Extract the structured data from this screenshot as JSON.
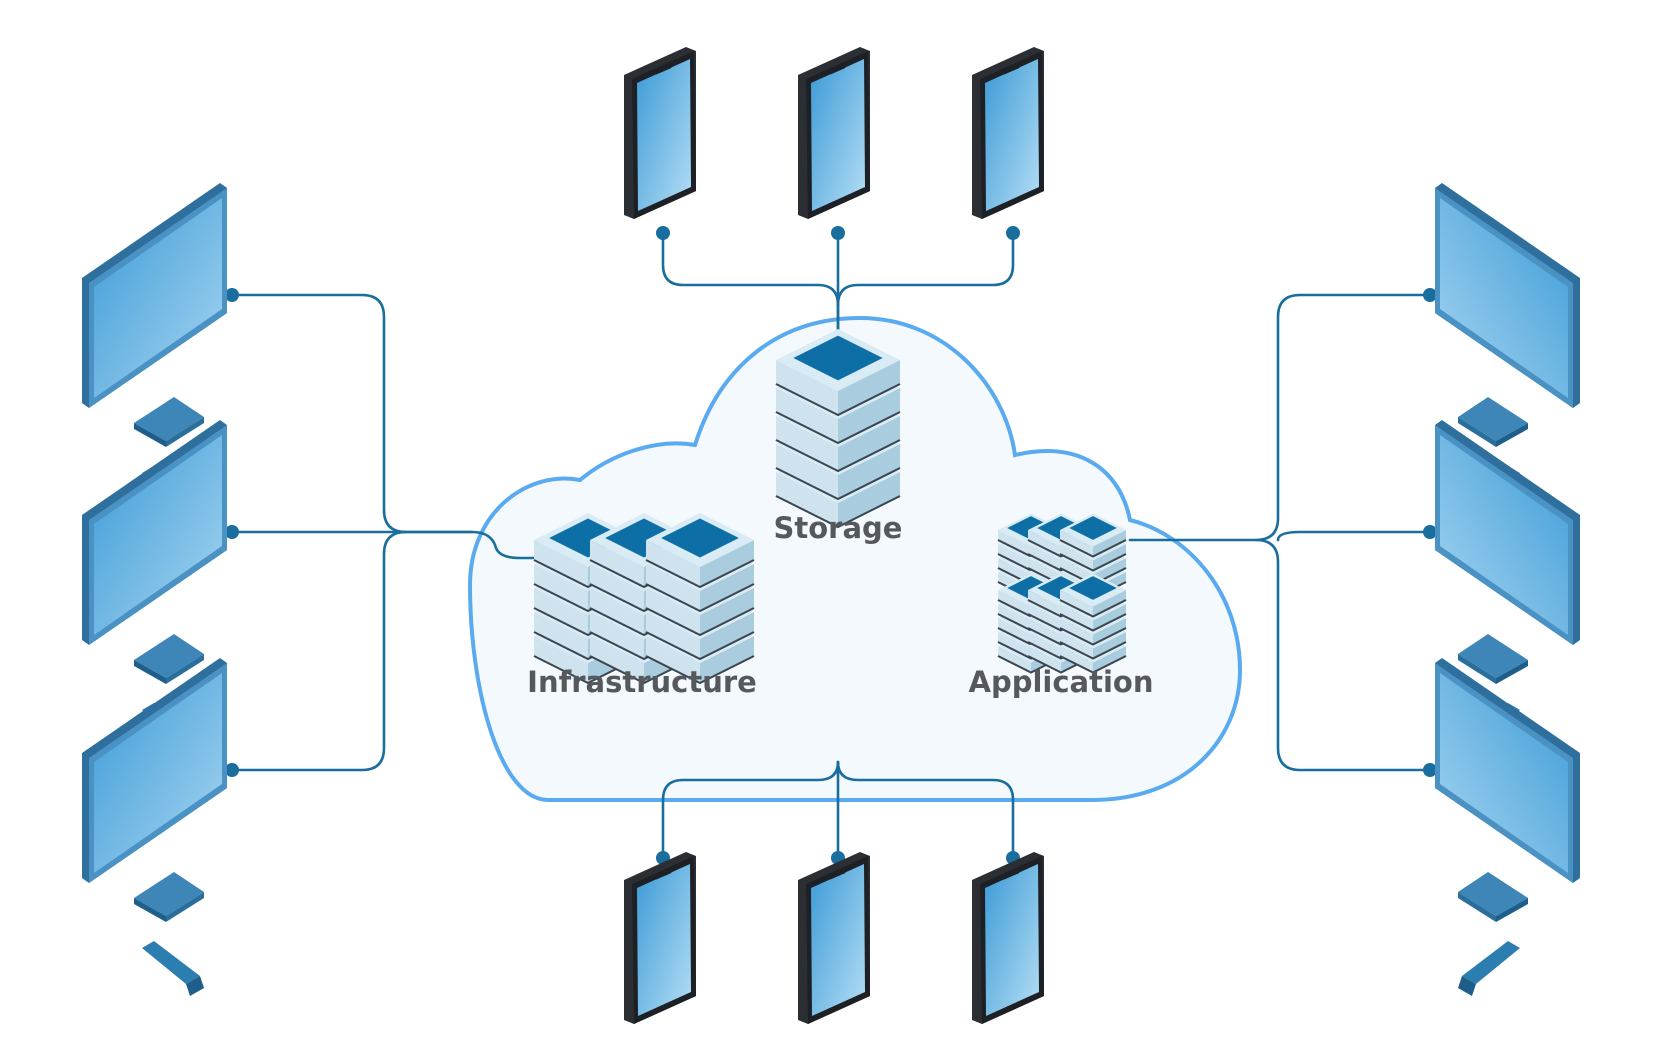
{
  "diagram": {
    "labels": {
      "storage": "Storage",
      "infrastructure": "Infrastructure",
      "application": "Application"
    },
    "clients": {
      "top_phones": 3,
      "bottom_phones": 3,
      "left_monitors": 3,
      "right_monitors": 3
    }
  },
  "colors": {
    "wire": "#1a6e9e",
    "cloud_stroke": "#5aaaf0",
    "cloud_fill": "#f3f9fd",
    "screen_light": "#a8d6f2",
    "screen_dark": "#3b9ad6",
    "server_top": "#0e6fa6",
    "server_side": "#b3d5e6",
    "label_text": "#55585c"
  }
}
